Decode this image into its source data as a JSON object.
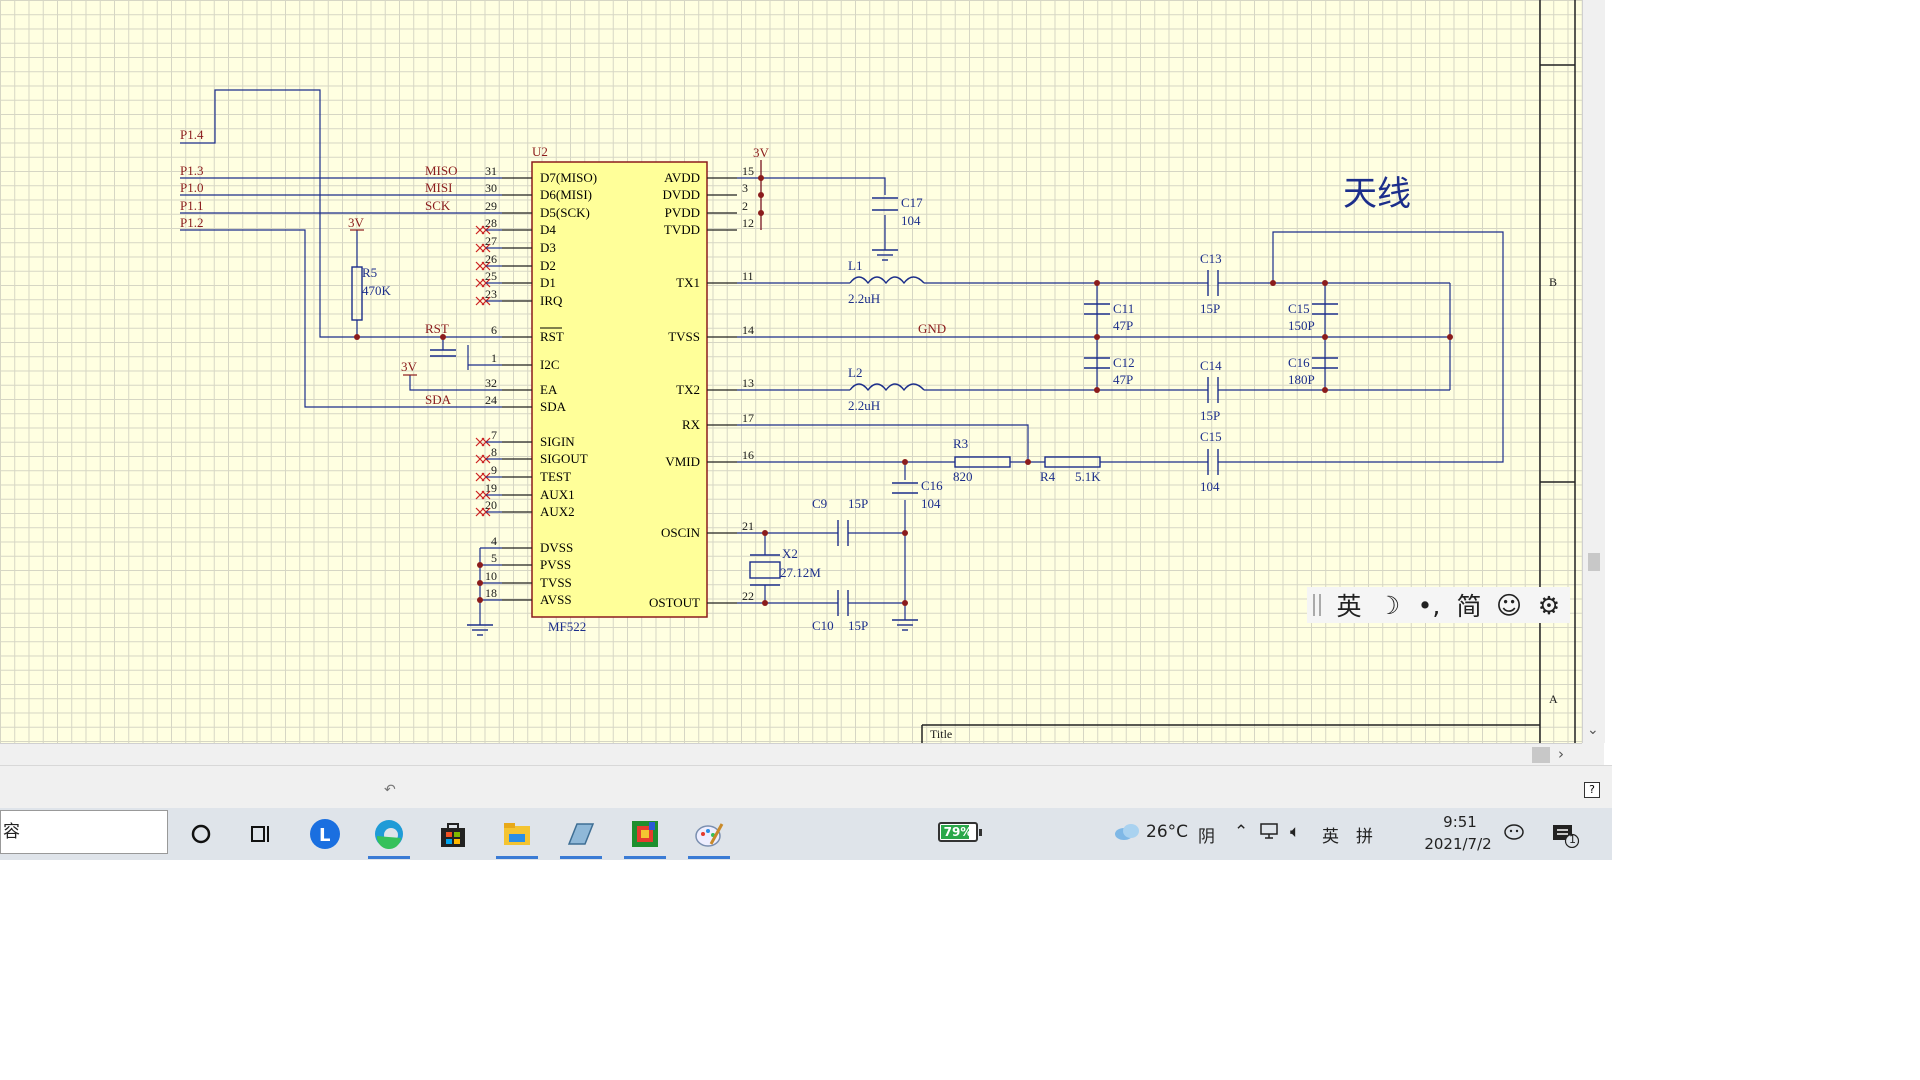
{
  "schematic": {
    "antenna_label": "天线",
    "title_label": "Title",
    "zone_b": "B",
    "zone_a": "A",
    "chip": {
      "ref": "U2",
      "part": "MF522",
      "left_pins": [
        {
          "num": "31",
          "name": "D7(MISO)"
        },
        {
          "num": "30",
          "name": "D6(MISI)"
        },
        {
          "num": "29",
          "name": "D5(SCK)"
        },
        {
          "num": "28",
          "name": "D4"
        },
        {
          "num": "27",
          "name": "D3"
        },
        {
          "num": "26",
          "name": "D2"
        },
        {
          "num": "25",
          "name": "D1"
        },
        {
          "num": "23",
          "name": "IRQ"
        },
        {
          "num": "6",
          "name": "RST"
        },
        {
          "num": "1",
          "name": "I2C"
        },
        {
          "num": "32",
          "name": "EA"
        },
        {
          "num": "24",
          "name": "SDA"
        },
        {
          "num": "7",
          "name": "SIGIN"
        },
        {
          "num": "8",
          "name": "SIGOUT"
        },
        {
          "num": "9",
          "name": "TEST"
        },
        {
          "num": "19",
          "name": "AUX1"
        },
        {
          "num": "20",
          "name": "AUX2"
        },
        {
          "num": "4",
          "name": "DVSS"
        },
        {
          "num": "5",
          "name": "PVSS"
        },
        {
          "num": "10",
          "name": "TVSS"
        },
        {
          "num": "18",
          "name": "AVSS"
        }
      ],
      "right_pins": [
        {
          "num": "15",
          "name": "AVDD"
        },
        {
          "num": "3",
          "name": "DVDD"
        },
        {
          "num": "2",
          "name": "PVDD"
        },
        {
          "num": "12",
          "name": "TVDD"
        },
        {
          "num": "11",
          "name": "TX1"
        },
        {
          "num": "14",
          "name": "TVSS"
        },
        {
          "num": "13",
          "name": "TX2"
        },
        {
          "num": "17",
          "name": "RX"
        },
        {
          "num": "16",
          "name": "VMID"
        },
        {
          "num": "21",
          "name": "OSCIN"
        },
        {
          "num": "22",
          "name": "OSTOUT"
        }
      ]
    },
    "nets": {
      "p14": "P1.4",
      "p13": "P1.3",
      "p10": "P1.0",
      "p11": "P1.1",
      "p12": "P1.2",
      "miso": "MISO",
      "misi": "MISI",
      "sck": "SCK",
      "sda": "SDA",
      "rst": "RST",
      "v3_top": "3V",
      "v3_r5": "3V",
      "v3_ea": "3V",
      "gnd": "GND"
    },
    "parts": {
      "r5_ref": "R5",
      "r5_val": "470K",
      "c17_ref": "C17",
      "c17_val": "104",
      "l1_ref": "L1",
      "l1_val": "2.2uH",
      "l2_ref": "L2",
      "l2_val": "2.2uH",
      "c11_ref": "C11",
      "c11_val": "47P",
      "c12_ref": "C12",
      "c12_val": "47P",
      "c13_ref": "C13",
      "c13_val": "15P",
      "c14_ref": "C14",
      "c14_val": "15P",
      "c15a_ref": "C15",
      "c15a_val": "150P",
      "c16a_ref": "C16",
      "c16a_val": "180P",
      "c15_ref": "C15",
      "c15_val": "104",
      "r3_ref": "R3",
      "r3_val": "820",
      "r4_ref": "R4",
      "r4_val": "5.1K",
      "c16_ref": "C16",
      "c16_val": "104",
      "c9_ref": "C9",
      "c9_val": "15P",
      "c10_ref": "C10",
      "c10_val": "15P",
      "x2_ref": "X2",
      "x2_val": "27.12M"
    }
  },
  "ime": {
    "lang": "英",
    "moon": "☽",
    "punct": "•,",
    "script": "简",
    "emoji": "☺",
    "gear": "⚙"
  },
  "statusbar": {
    "help": "?",
    "cursor": "↶"
  },
  "taskbar": {
    "search_text": "容",
    "battery_pct": "79%",
    "battery_level": 0.79,
    "weather_temp": "26°C",
    "weather_desc": "阴",
    "ime_lang": "英",
    "ime_mode": "拼",
    "time": "9:51",
    "date": "2021/7/2",
    "notification_count": "1"
  }
}
